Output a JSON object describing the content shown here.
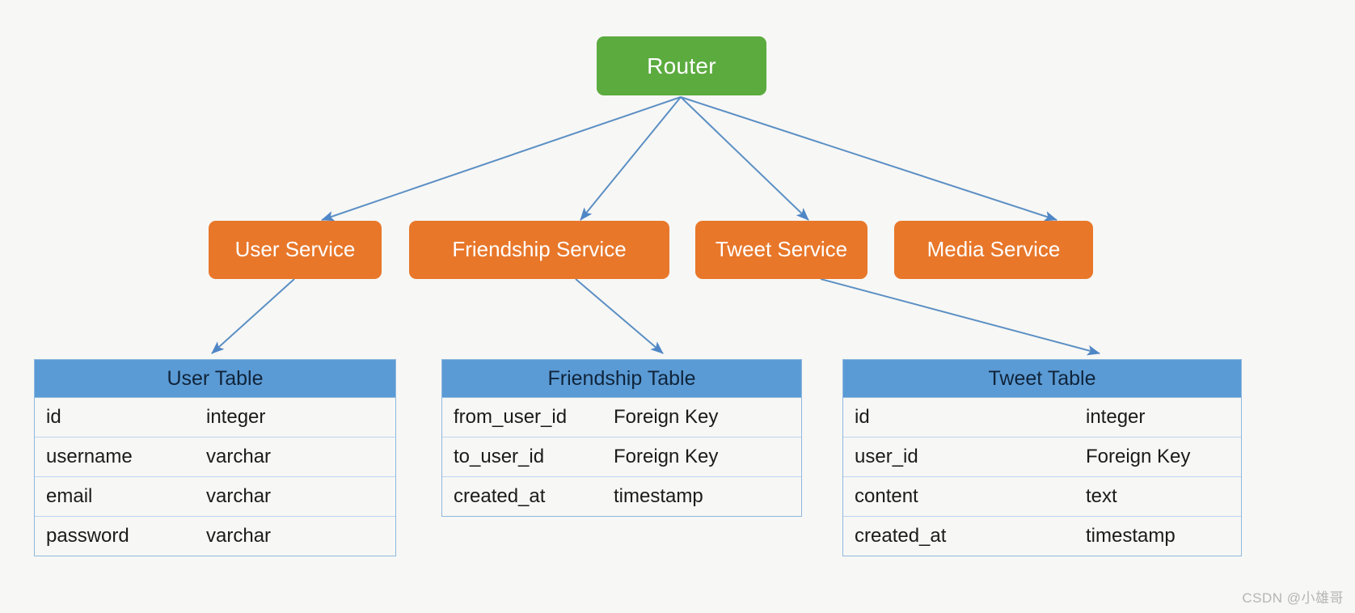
{
  "diagram": {
    "background_color": "#f7f7f5",
    "router": {
      "label": "Router",
      "color": "#5cab3f"
    },
    "services": [
      {
        "label": "User Service",
        "color": "#e8772a"
      },
      {
        "label": "Friendship Service",
        "color": "#e8772a"
      },
      {
        "label": "Tweet Service",
        "color": "#e8772a"
      },
      {
        "label": "Media Service",
        "color": "#e8772a"
      }
    ],
    "tables": [
      {
        "title": "User Table",
        "header_color": "#5b9bd5",
        "rows": [
          {
            "name": "id",
            "type": "integer"
          },
          {
            "name": "username",
            "type": "varchar"
          },
          {
            "name": "email",
            "type": "varchar"
          },
          {
            "name": "password",
            "type": "varchar"
          }
        ]
      },
      {
        "title": "Friendship Table",
        "header_color": "#5b9bd5",
        "rows": [
          {
            "name": "from_user_id",
            "type": "Foreign Key"
          },
          {
            "name": "to_user_id",
            "type": "Foreign Key"
          },
          {
            "name": "created_at",
            "type": "timestamp"
          }
        ]
      },
      {
        "title": "Tweet Table",
        "header_color": "#5b9bd5",
        "rows": [
          {
            "name": "id",
            "type": "integer"
          },
          {
            "name": "user_id",
            "type": "Foreign Key"
          },
          {
            "name": "content",
            "type": "text"
          },
          {
            "name": "created_at",
            "type": "timestamp"
          }
        ]
      }
    ],
    "edges": {
      "color": "#5b8fc4",
      "connections": [
        {
          "from": "Router",
          "to": "User Service"
        },
        {
          "from": "Router",
          "to": "Friendship Service"
        },
        {
          "from": "Router",
          "to": "Tweet Service"
        },
        {
          "from": "Router",
          "to": "Media Service"
        },
        {
          "from": "User Service",
          "to": "User Table"
        },
        {
          "from": "Friendship Service",
          "to": "Friendship Table"
        },
        {
          "from": "Tweet Service",
          "to": "Tweet Table"
        }
      ]
    }
  },
  "watermark": {
    "text": "CSDN @小雄哥"
  }
}
